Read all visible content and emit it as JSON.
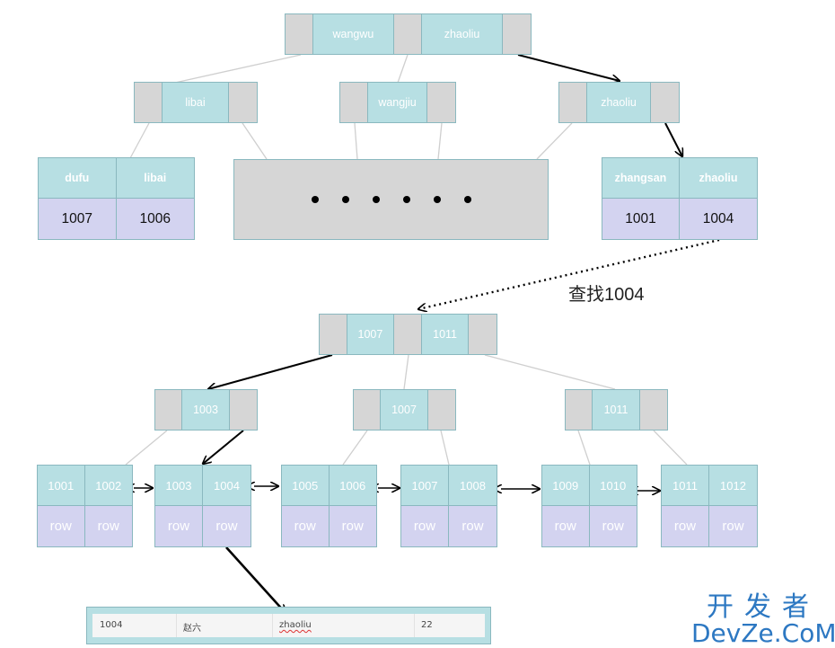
{
  "upper_tree": {
    "root_keys": [
      "wangwu",
      "zhaoliu"
    ],
    "level2": [
      {
        "key": "libai"
      },
      {
        "key": "wangjiu"
      },
      {
        "key": "zhaoliu"
      }
    ],
    "leaf_left": {
      "keys": [
        "dufu",
        "libai"
      ],
      "values": [
        "1007",
        "1006"
      ]
    },
    "leaf_right": {
      "keys": [
        "zhangsan",
        "zhaoliu"
      ],
      "values": [
        "1001",
        "1004"
      ]
    },
    "ellipsis_dots": 6
  },
  "search_label": "查找1004",
  "lower_tree": {
    "root_keys": [
      "1007",
      "1011"
    ],
    "level2": [
      {
        "key": "1003"
      },
      {
        "key": "1007"
      },
      {
        "key": "1011"
      }
    ],
    "leaves": [
      {
        "keys": [
          "1001",
          "1002"
        ],
        "values": [
          "row",
          "row"
        ]
      },
      {
        "keys": [
          "1003",
          "1004"
        ],
        "values": [
          "row",
          "row"
        ]
      },
      {
        "keys": [
          "1005",
          "1006"
        ],
        "values": [
          "row",
          "row"
        ]
      },
      {
        "keys": [
          "1007",
          "1008"
        ],
        "values": [
          "row",
          "row"
        ]
      },
      {
        "keys": [
          "1009",
          "1010"
        ],
        "values": [
          "row",
          "row"
        ]
      },
      {
        "keys": [
          "1011",
          "1012"
        ],
        "values": [
          "row",
          "row"
        ]
      }
    ]
  },
  "record": {
    "id": "1004",
    "name": "赵六",
    "username": "zhaoliu",
    "age": "22"
  },
  "watermark": {
    "line1": "开发者",
    "line2": "DevZe.CoM"
  }
}
